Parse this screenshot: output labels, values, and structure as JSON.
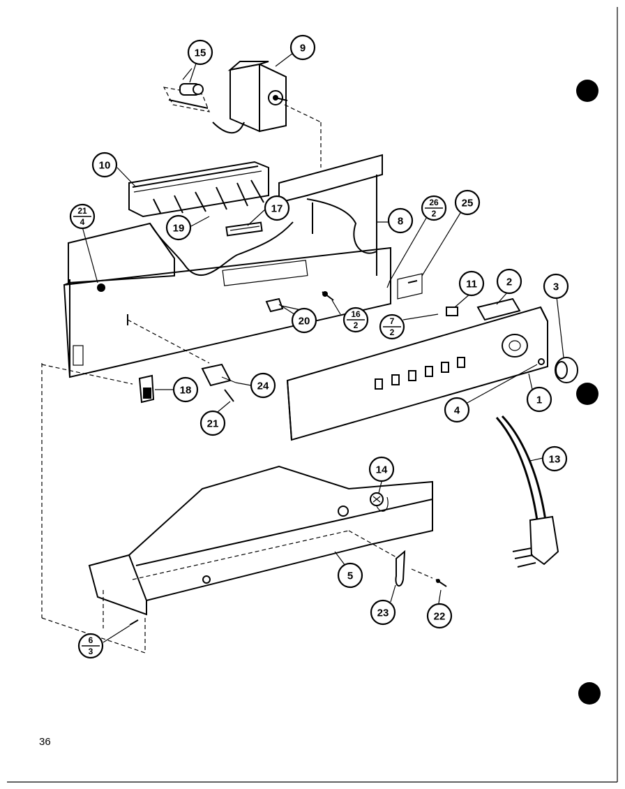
{
  "page": {
    "number": "36"
  },
  "callouts": [
    {
      "id": "c15",
      "label": "15"
    },
    {
      "id": "c9",
      "label": "9"
    },
    {
      "id": "c10",
      "label": "10"
    },
    {
      "id": "c17",
      "label": "17"
    },
    {
      "id": "c19",
      "label": "19"
    },
    {
      "id": "c8",
      "label": "8"
    },
    {
      "id": "c25",
      "label": "25"
    },
    {
      "id": "c11",
      "label": "11"
    },
    {
      "id": "c2",
      "label": "2"
    },
    {
      "id": "c3",
      "label": "3"
    },
    {
      "id": "c20",
      "label": "20"
    },
    {
      "id": "c18",
      "label": "18"
    },
    {
      "id": "c24",
      "label": "24"
    },
    {
      "id": "c21",
      "label": "21"
    },
    {
      "id": "c4",
      "label": "4"
    },
    {
      "id": "c1",
      "label": "1"
    },
    {
      "id": "c13",
      "label": "13"
    },
    {
      "id": "c14",
      "label": "14"
    },
    {
      "id": "c5",
      "label": "5"
    },
    {
      "id": "c23",
      "label": "23"
    },
    {
      "id": "c22",
      "label": "22"
    }
  ],
  "fraction_callouts": [
    {
      "id": "f21_4",
      "top": "21",
      "bottom": "4"
    },
    {
      "id": "f26_2",
      "top": "26",
      "bottom": "2"
    },
    {
      "id": "f16_2",
      "top": "16",
      "bottom": "2"
    },
    {
      "id": "f7_2",
      "top": "7",
      "bottom": "2"
    },
    {
      "id": "f6_3",
      "top": "6",
      "bottom": "3"
    }
  ]
}
